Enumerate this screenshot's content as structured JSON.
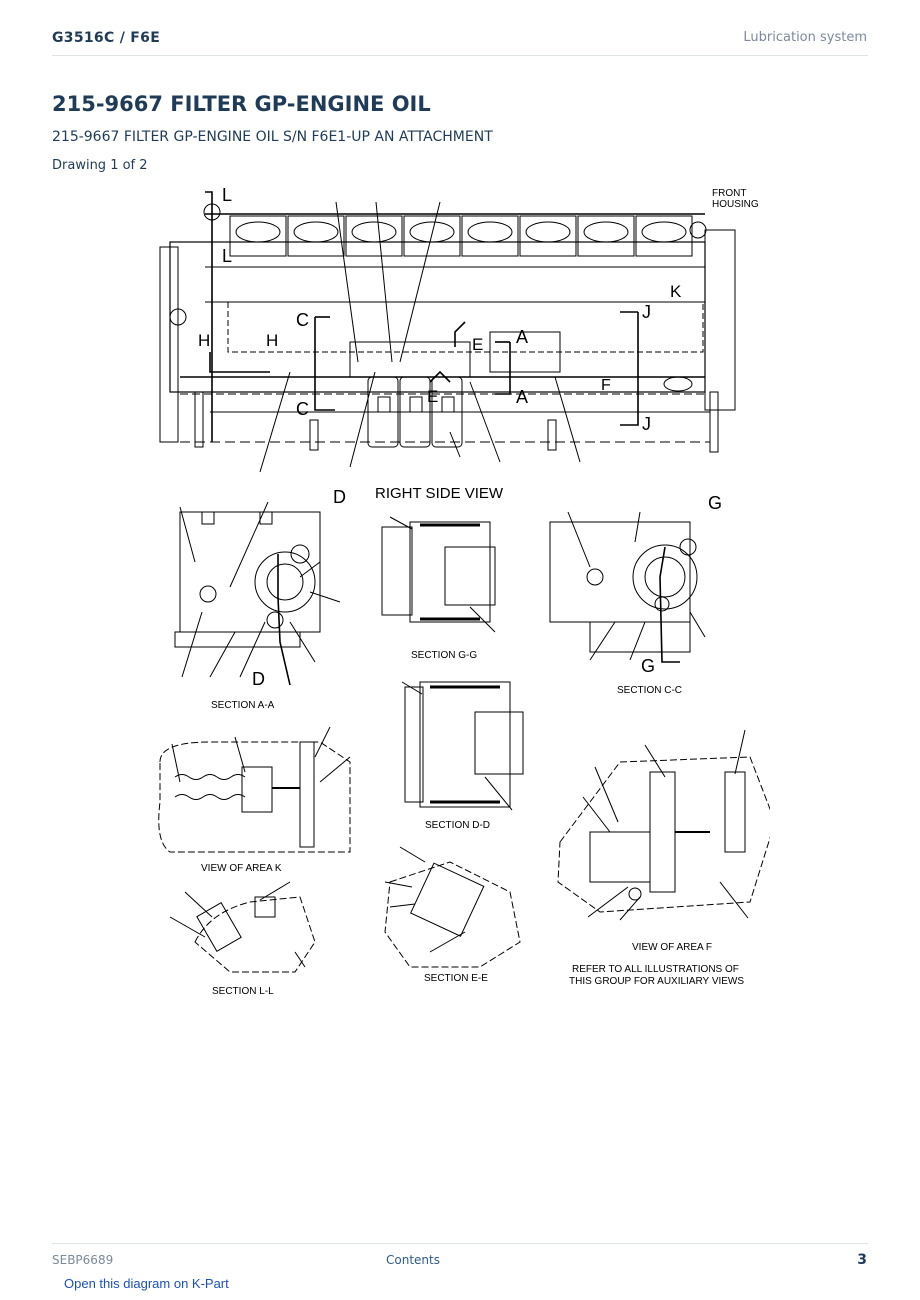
{
  "header": {
    "model": "G3516C  /  F6E",
    "section": "Lubrication system"
  },
  "page_title": "215-9667 FILTER GP-ENGINE OIL",
  "subtitle": "215-9667 FILTER GP-ENGINE OIL S/N F6E1-UP AN ATTACHMENT",
  "drawing_label": "Drawing 1 of 2",
  "diagram": {
    "callout_front_housing_line1": "FRONT",
    "callout_front_housing_line2": "HOUSING",
    "right_side_view": "RIGHT SIDE VIEW",
    "letters": {
      "L": "L",
      "H": "H",
      "C": "C",
      "E": "E",
      "A": "A",
      "J": "J",
      "K": "K",
      "F": "F",
      "D": "D",
      "G": "G"
    },
    "section_aa": "SECTION A-A",
    "section_gg": "SECTION G-G",
    "section_cc": "SECTION C-C",
    "section_dd": "SECTION D-D",
    "view_area_k": "VIEW OF AREA K",
    "section_ll": "SECTION L-L",
    "section_ee": "SECTION E-E",
    "view_area_f": "VIEW OF AREA F",
    "refer_line1": "REFER TO ALL ILLUSTRATIONS OF",
    "refer_line2": "THIS GROUP FOR AUXILIARY VIEWS"
  },
  "footer": {
    "doc_id": "SEBP6689",
    "contents_link": "Contents",
    "page_number": "3",
    "kpart_link": "Open this diagram on K-Part"
  }
}
